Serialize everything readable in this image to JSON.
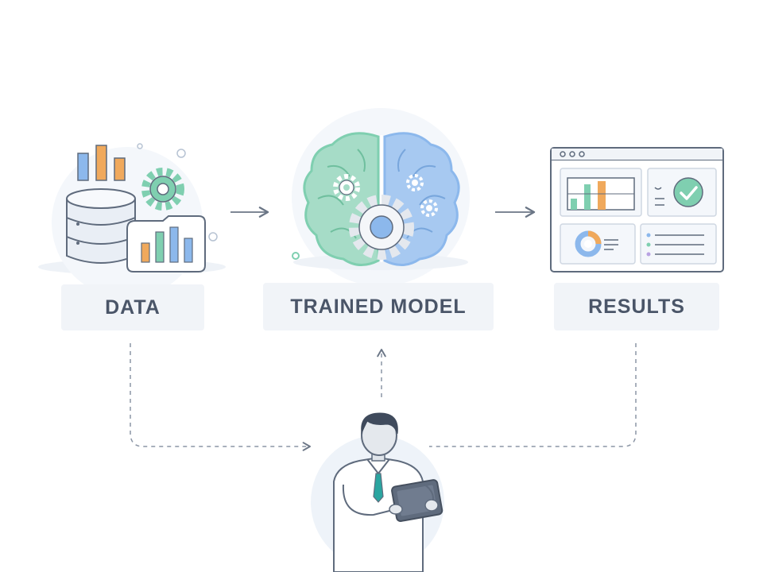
{
  "stages": [
    {
      "id": "data",
      "label": "DATA"
    },
    {
      "id": "model",
      "label": "TRAINED MODEL"
    },
    {
      "id": "results",
      "label": "RESULTS"
    }
  ],
  "icons": {
    "data": "database-with-charts-icon",
    "model": "brain-with-gears-icon",
    "results": "dashboard-window-icon",
    "user": "person-with-tablet-icon"
  },
  "colors": {
    "text": "#4a5568",
    "label_bg": "#f1f4f8",
    "accent_green": "#7fcfb0",
    "accent_blue": "#8cb8ec",
    "accent_orange": "#f0a95c",
    "outline": "#5f6b7d"
  }
}
